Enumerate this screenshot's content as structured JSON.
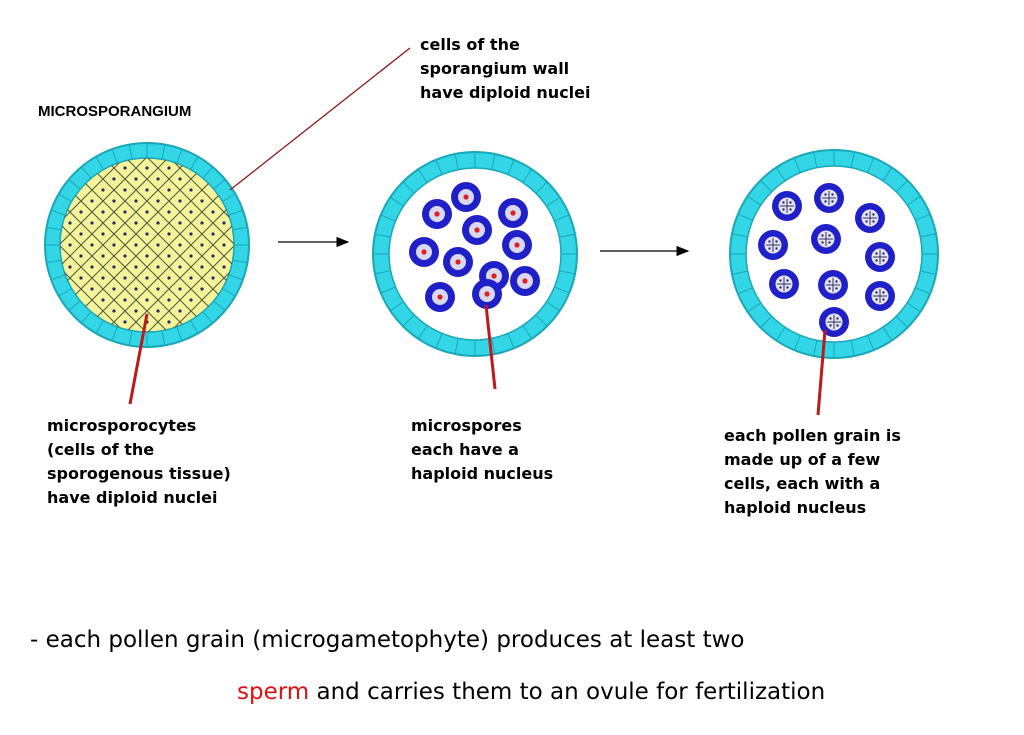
{
  "title": "MICROSPORANGIUM",
  "labels": {
    "wall": [
      "cells of the",
      "sporangium wall",
      "have diploid nuclei"
    ],
    "microsporocytes": [
      "microsporocytes",
      "(cells of the",
      "sporogenous tissue)",
      "have diploid nuclei"
    ],
    "microspores": [
      "microspores",
      "each have a",
      "haploid nucleus"
    ],
    "pollen": [
      "each pollen grain is",
      "made up of a few",
      "cells, each with a",
      "haploid nucleus"
    ]
  },
  "footer": {
    "line1": "- each pollen grain (microgametophyte) produces at least two",
    "line2_highlight": "sperm",
    "line2_rest": " and carries them to an ovule for fertilization"
  },
  "colors": {
    "wall": "#33d6e6",
    "wall_stroke": "#1aa7b8",
    "tissue": "#f6f49a",
    "grain_ring": "#2020c8",
    "haploid_nucleus": "#e02020",
    "pointer_red": "#c01818",
    "pointer_dark": "#8b1a1a"
  }
}
